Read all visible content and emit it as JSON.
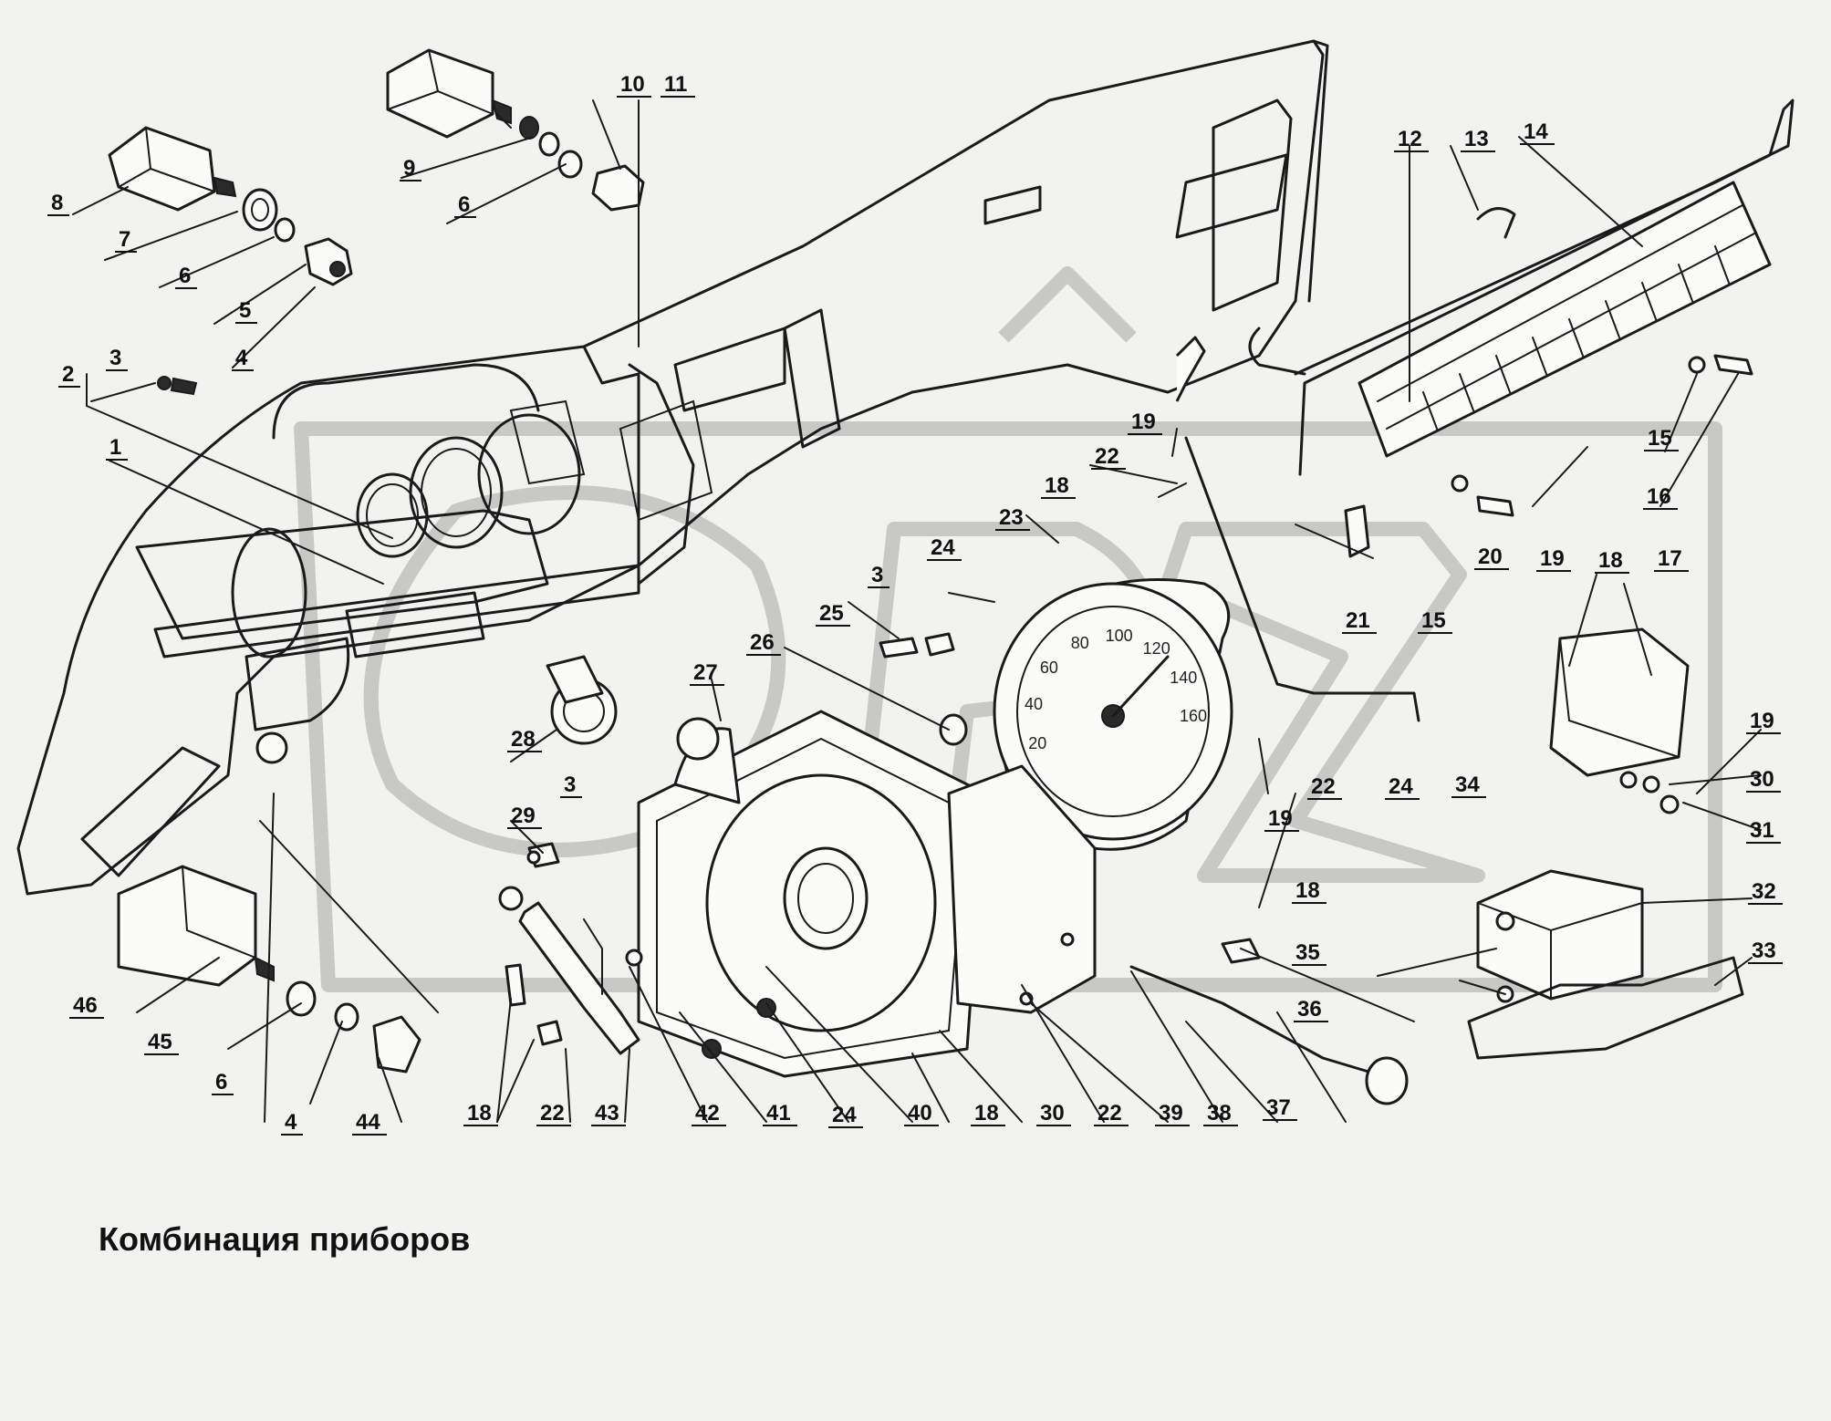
{
  "caption": "Комбинация приборов",
  "labels": [
    {
      "id": "c1",
      "text": "1"
    },
    {
      "id": "c2",
      "text": "2"
    },
    {
      "id": "c3a",
      "text": "3"
    },
    {
      "id": "c3b",
      "text": "3"
    },
    {
      "id": "c3c",
      "text": "3"
    },
    {
      "id": "c4a",
      "text": "4"
    },
    {
      "id": "c4b",
      "text": "4"
    },
    {
      "id": "c5",
      "text": "5"
    },
    {
      "id": "c6a",
      "text": "6"
    },
    {
      "id": "c6b",
      "text": "6"
    },
    {
      "id": "c6c",
      "text": "6"
    },
    {
      "id": "c7",
      "text": "7"
    },
    {
      "id": "c8",
      "text": "8"
    },
    {
      "id": "c9",
      "text": "9"
    },
    {
      "id": "c10",
      "text": "10"
    },
    {
      "id": "c11",
      "text": "11"
    },
    {
      "id": "c12",
      "text": "12"
    },
    {
      "id": "c13",
      "text": "13"
    },
    {
      "id": "c14",
      "text": "14"
    },
    {
      "id": "c15a",
      "text": "15"
    },
    {
      "id": "c15b",
      "text": "15"
    },
    {
      "id": "c16",
      "text": "16"
    },
    {
      "id": "c17",
      "text": "17"
    },
    {
      "id": "c18a",
      "text": "18"
    },
    {
      "id": "c18b",
      "text": "18"
    },
    {
      "id": "c18c",
      "text": "18"
    },
    {
      "id": "c18d",
      "text": "18"
    },
    {
      "id": "c18e",
      "text": "18"
    },
    {
      "id": "c19a",
      "text": "19"
    },
    {
      "id": "c19b",
      "text": "19"
    },
    {
      "id": "c19c",
      "text": "19"
    },
    {
      "id": "c19d",
      "text": "19"
    },
    {
      "id": "c20",
      "text": "20"
    },
    {
      "id": "c21",
      "text": "21"
    },
    {
      "id": "c22a",
      "text": "22"
    },
    {
      "id": "c22b",
      "text": "22"
    },
    {
      "id": "c22c",
      "text": "22"
    },
    {
      "id": "c22d",
      "text": "22"
    },
    {
      "id": "c23",
      "text": "23"
    },
    {
      "id": "c24a",
      "text": "24"
    },
    {
      "id": "c24b",
      "text": "24"
    },
    {
      "id": "c24c",
      "text": "24"
    },
    {
      "id": "c25",
      "text": "25"
    },
    {
      "id": "c26",
      "text": "26"
    },
    {
      "id": "c27",
      "text": "27"
    },
    {
      "id": "c28",
      "text": "28"
    },
    {
      "id": "c29",
      "text": "29"
    },
    {
      "id": "c30a",
      "text": "30"
    },
    {
      "id": "c30b",
      "text": "30"
    },
    {
      "id": "c31",
      "text": "31"
    },
    {
      "id": "c32",
      "text": "32"
    },
    {
      "id": "c33",
      "text": "33"
    },
    {
      "id": "c34",
      "text": "34"
    },
    {
      "id": "c35",
      "text": "35"
    },
    {
      "id": "c36",
      "text": "36"
    },
    {
      "id": "c37",
      "text": "37"
    },
    {
      "id": "c38",
      "text": "38"
    },
    {
      "id": "c39",
      "text": "39"
    },
    {
      "id": "c40",
      "text": "40"
    },
    {
      "id": "c41",
      "text": "41"
    },
    {
      "id": "c42",
      "text": "42"
    },
    {
      "id": "c43",
      "text": "43"
    },
    {
      "id": "c44",
      "text": "44"
    },
    {
      "id": "c45",
      "text": "45"
    },
    {
      "id": "c46",
      "text": "46"
    }
  ],
  "speedometer_scale": [
    "20",
    "40",
    "60",
    "80",
    "100",
    "120",
    "140",
    "160"
  ]
}
